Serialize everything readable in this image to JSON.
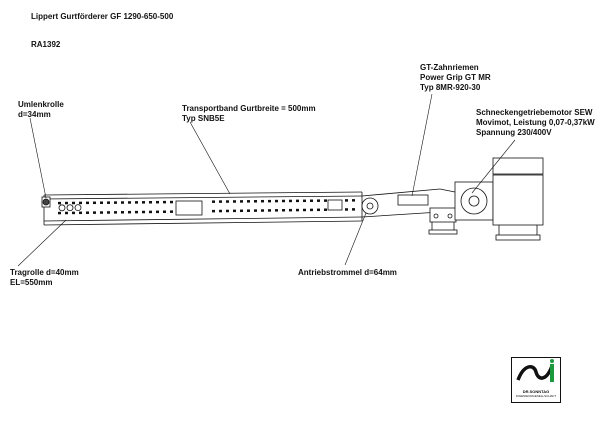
{
  "title": "Lippert Gurtförderer GF 1290-650-500",
  "drawing_number": "RA1392",
  "labels": {
    "umlenkrolle": [
      "Umlenkrolle",
      "d=34mm"
    ],
    "transportband": [
      "Transportband Gurtbreite = 500mm",
      "Typ SNB5E"
    ],
    "zahnriemen": [
      "GT-Zahnriemen",
      "Power Grip GT MR",
      "Typ 8MR-920-30"
    ],
    "motor": [
      "Schneckengetriebemotor SEW",
      "Movimot, Leistung 0,07-0,37kW",
      "Spannung 230/400V"
    ],
    "tragrolle": [
      "Tragrolle d=40mm",
      "EL=550mm"
    ],
    "antriebstrommel": [
      "Antriebstrommel d=64mm"
    ]
  },
  "logo": {
    "brand": "DR.SONNTAG",
    "subtitle": "INGENIEURGESELLSCHAFT",
    "accent_color": "#1a9a3a"
  },
  "colors": {
    "line": "#111111",
    "background": "#ffffff"
  }
}
